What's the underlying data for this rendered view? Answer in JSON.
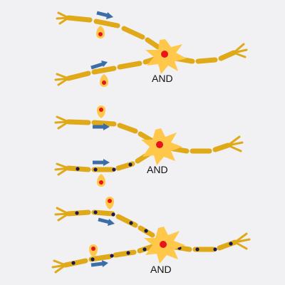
{
  "colors": {
    "background": "#f1f0f2",
    "axon": "#dfa918",
    "axon_dark": "#c98f08",
    "soma": "#ffc84a",
    "nucleus": "#e8141b",
    "arrow": "#3b6ea6",
    "ion_dot": "#1a1a50"
  },
  "panels": [
    {
      "label": "AND",
      "input_a_signal": true,
      "input_b_signal": true,
      "output_signal": false
    },
    {
      "label": "AND",
      "input_a_signal": true,
      "input_b_signal": true,
      "output_signal": false
    },
    {
      "label": "AND",
      "input_a_signal": true,
      "input_b_signal": true,
      "output_signal": true
    }
  ]
}
